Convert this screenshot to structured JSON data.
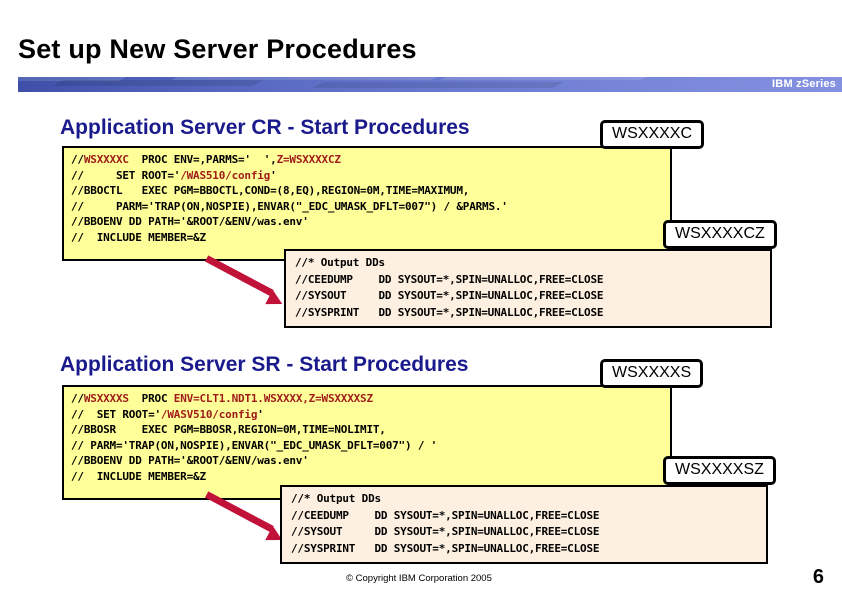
{
  "slide": {
    "title": "Set up New Server Procedures",
    "banner_label": "IBM zSeries",
    "banner_color": "#5b6cc4",
    "heading_color": "#1a1a8c",
    "code_bg": "#ffff99",
    "dd_bg": "#fdf0e0",
    "accent_red": "#9e1a1a",
    "arrow_color": "#c1123a"
  },
  "sections": {
    "cr": {
      "heading": "Application Server CR - Start Procedures",
      "callout_top": "WSXXXXC",
      "callout_bottom": "WSXXXXCZ",
      "code_lines": [
        [
          {
            "t": "//",
            "c": "k"
          },
          {
            "t": "WSXXXXC",
            "c": "r"
          },
          {
            "t": "  PROC ENV=,PARMS='  ',",
            "c": "k"
          },
          {
            "t": "Z=WSXXXXCZ",
            "c": "r"
          }
        ],
        [
          {
            "t": "//     SET ROOT='",
            "c": "k"
          },
          {
            "t": "/WAS510/config",
            "c": "r"
          },
          {
            "t": "'",
            "c": "k"
          }
        ],
        [
          {
            "t": "//BBOCTL   EXEC PGM=BBOCTL,COND=(8,EQ),REGION=0M,TIME=MAXIMUM,",
            "c": "k"
          }
        ],
        [
          {
            "t": "//     PARM='TRAP(ON,NOSPIE),ENVAR(\"_EDC_UMASK_DFLT=007\") / &PARMS.'",
            "c": "k"
          }
        ],
        [
          {
            "t": "//BBOENV DD PATH='&ROOT/&ENV/was.env'",
            "c": "k"
          }
        ],
        [
          {
            "t": "//  INCLUDE MEMBER=&Z",
            "c": "k"
          }
        ]
      ],
      "dd_lines": [
        "//* Output DDs",
        "//CEEDUMP    DD SYSOUT=*,SPIN=UNALLOC,FREE=CLOSE",
        "//SYSOUT     DD SYSOUT=*,SPIN=UNALLOC,FREE=CLOSE",
        "//SYSPRINT   DD SYSOUT=*,SPIN=UNALLOC,FREE=CLOSE"
      ]
    },
    "sr": {
      "heading": "Application Server SR - Start Procedures",
      "callout_top": "WSXXXXS",
      "callout_bottom": "WSXXXXSZ",
      "code_lines": [
        [
          {
            "t": "//",
            "c": "k"
          },
          {
            "t": "WSXXXXS",
            "c": "r"
          },
          {
            "t": "  PROC ",
            "c": "k"
          },
          {
            "t": "ENV=CLT1.NDT1.WSXXXX,Z=WSXXXXSZ",
            "c": "r"
          }
        ],
        [
          {
            "t": "//  SET ROOT='",
            "c": "k"
          },
          {
            "t": "/WASV510/config",
            "c": "r"
          },
          {
            "t": "'",
            "c": "k"
          }
        ],
        [
          {
            "t": "//BBOSR    EXEC PGM=BBOSR,REGION=0M,TIME=NOLIMIT,",
            "c": "k"
          }
        ],
        [
          {
            "t": "// PARM='TRAP(ON,NOSPIE),ENVAR(\"_EDC_UMASK_DFLT=007\") / '",
            "c": "k"
          }
        ],
        [
          {
            "t": "//BBOENV DD PATH='&ROOT/&ENV/was.env'",
            "c": "k"
          }
        ],
        [
          {
            "t": "//  INCLUDE MEMBER=&Z",
            "c": "k"
          }
        ]
      ],
      "dd_lines": [
        "//* Output DDs",
        "//CEEDUMP    DD SYSOUT=*,SPIN=UNALLOC,FREE=CLOSE",
        "//SYSOUT     DD SYSOUT=*,SPIN=UNALLOC,FREE=CLOSE",
        "//SYSPRINT   DD SYSOUT=*,SPIN=UNALLOC,FREE=CLOSE"
      ]
    }
  },
  "footer": {
    "copyright": "© Copyright IBM Corporation 2005",
    "page_number": "6"
  }
}
